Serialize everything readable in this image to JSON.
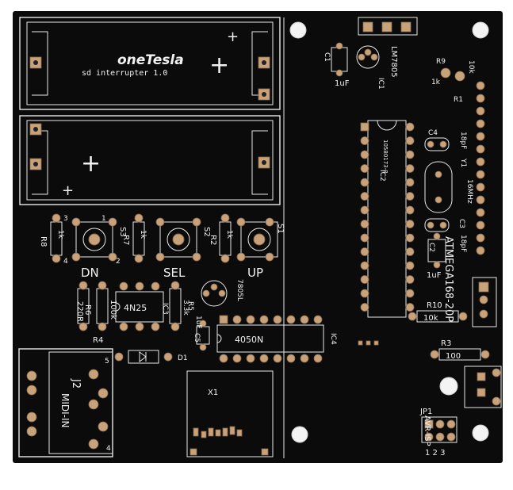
{
  "board": {
    "title": "oneTesla",
    "subtitle": "sd interrupter 1.0",
    "battery_plus_large": "+",
    "battery_plus_small": "+"
  },
  "labels": {
    "r8": "R8",
    "r7": "R7",
    "r2": "R2",
    "r6": "R6",
    "r4": "R4",
    "r5": "R5",
    "r8_val": "1k",
    "r7_val": "1k",
    "r2_val": "1k",
    "r6_val": "220R",
    "r4_val": "100k",
    "r5_val": "3.3k",
    "s3": "S3",
    "s2": "S2",
    "s1": "S1",
    "dn": "DN",
    "sel": "SEL",
    "up": "UP",
    "ic3": "IC3",
    "ic3_part": "4N25",
    "c5": "C5",
    "c5_val": "1uF",
    "lm7805_small": "7805L",
    "d1": "D1",
    "ic4": "IC4",
    "ic4_part": "4050N",
    "x1": "X1",
    "j2": "J2",
    "j2_name": "MIDI-IN",
    "c1": "C1",
    "c1_val": "1uF",
    "ic1": "IC1",
    "lm7805": "LM7805",
    "r9": "R9",
    "r9_val": "1k",
    "r1": "R1",
    "r1_val": "10k",
    "ic2": "IC2",
    "ic2_part": "ATMEGA168-20P",
    "ic2_code": "10580173-8",
    "c4": "C4",
    "c4_val": "18pF",
    "y1": "Y1",
    "y1_val": "16MHz",
    "c3": "C3",
    "c3_val": "18pF",
    "c2": "C2",
    "c2_val": "1uF",
    "r10": "R10",
    "r10_val": "10k",
    "r3": "R3",
    "r3_val": "100",
    "jp1": "JP1",
    "avr_isp": "AVR-ISP",
    "jp1_pins": "1 2 3",
    "pin1": "1",
    "pin2": "2",
    "pin3": "3",
    "pin4": "4",
    "pin5": "5"
  },
  "colors": {
    "board": "#0b0b0b",
    "silkscreen": "#eeeeee",
    "pad": "#c8a27a",
    "mounting_hole": "#f4f4f4"
  }
}
